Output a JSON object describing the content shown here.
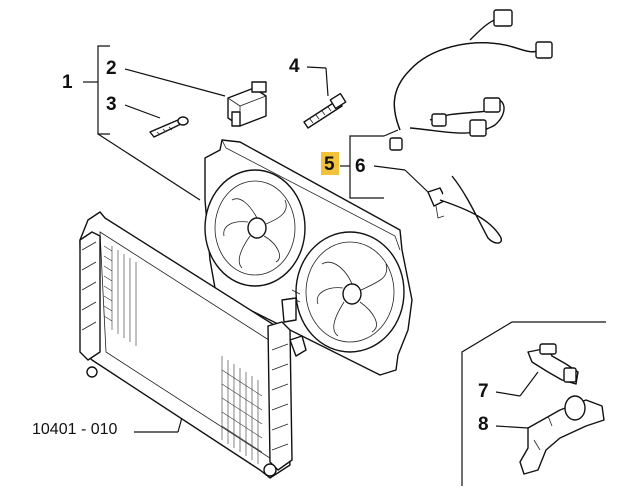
{
  "callouts": [
    {
      "id": "1",
      "label": "1"
    },
    {
      "id": "2",
      "label": "2"
    },
    {
      "id": "3",
      "label": "3"
    },
    {
      "id": "4",
      "label": "4"
    },
    {
      "id": "5",
      "label": "5",
      "highlighted": true
    },
    {
      "id": "6",
      "label": "6"
    },
    {
      "id": "7",
      "label": "7"
    },
    {
      "id": "8",
      "label": "8"
    }
  ],
  "reference_label": "10401 - 010",
  "colors": {
    "highlight": "#f2c23a",
    "line": "#111111"
  }
}
